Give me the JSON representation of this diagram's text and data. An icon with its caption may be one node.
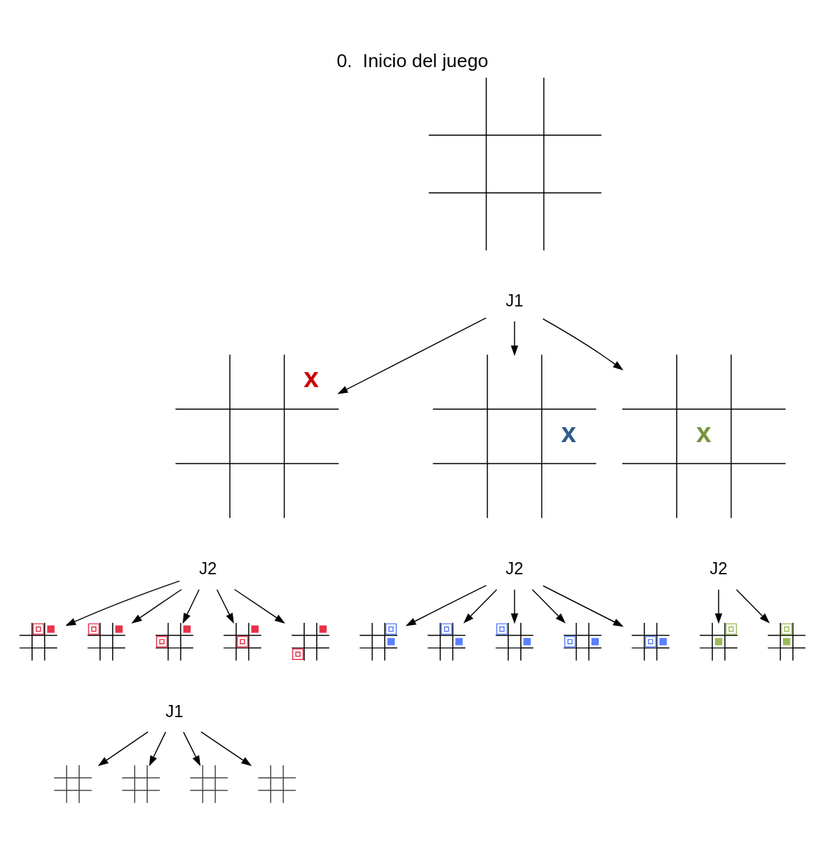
{
  "diagram": {
    "title": "0.  Inicio del juego",
    "nodes": [
      {
        "text": [],
        "shape": "picture"
      },
      {
        "text": [
          "J1"
        ]
      },
      {
        "text": [
          "x"
        ]
      },
      {
        "text": [
          "x"
        ]
      },
      {
        "text": [
          "x"
        ]
      },
      {
        "text": [
          "J2"
        ]
      },
      {
        "text": [
          "J2"
        ]
      },
      {
        "text": [
          "J2"
        ]
      },
      {
        "text": [],
        "shape": "picture"
      },
      {
        "text": [],
        "shape": "picture"
      },
      {
        "text": [],
        "shape": "picture"
      },
      {
        "text": [],
        "shape": "picture"
      },
      {
        "text": [],
        "shape": "picture"
      },
      {
        "text": [],
        "shape": "picture"
      },
      {
        "text": [],
        "shape": "picture"
      },
      {
        "text": [],
        "shape": "picture"
      },
      {
        "text": [],
        "shape": "picture"
      },
      {
        "text": [],
        "shape": "picture"
      },
      {
        "text": [],
        "shape": "picture"
      },
      {
        "text": [],
        "shape": "picture"
      },
      {
        "text": [
          "J1"
        ]
      },
      {
        "text": [],
        "shape": "picture"
      },
      {
        "text": [],
        "shape": "picture"
      },
      {
        "text": [],
        "shape": "picture"
      },
      {
        "text": [],
        "shape": "picture"
      }
    ],
    "edges": [
      {
        "from": 1,
        "to": 2,
        "arrow": "to"
      },
      {
        "from": 1,
        "to": 3,
        "arrow": "to"
      },
      {
        "from": 1,
        "to": 4,
        "arrow": "to"
      },
      {
        "from": 5,
        "to": 8,
        "arrow": "to"
      },
      {
        "from": 5,
        "to": 9,
        "arrow": "to"
      },
      {
        "from": 5,
        "to": 10,
        "arrow": "to"
      },
      {
        "from": 5,
        "to": 11,
        "arrow": "to"
      },
      {
        "from": 5,
        "to": 12,
        "arrow": "to"
      },
      {
        "from": 6,
        "to": 13,
        "arrow": "to"
      },
      {
        "from": 6,
        "to": 14,
        "arrow": "to"
      },
      {
        "from": 6,
        "to": 15,
        "arrow": "to"
      },
      {
        "from": 6,
        "to": 16,
        "arrow": "to"
      },
      {
        "from": 6,
        "to": 17,
        "arrow": "to"
      },
      {
        "from": 7,
        "to": 18,
        "arrow": "to"
      },
      {
        "from": 7,
        "to": 19,
        "arrow": "to"
      },
      {
        "from": 20,
        "to": 21,
        "arrow": "to"
      },
      {
        "from": 20,
        "to": 22,
        "arrow": "to"
      },
      {
        "from": 20,
        "to": 23,
        "arrow": "to"
      },
      {
        "from": 20,
        "to": 24,
        "arrow": "to"
      }
    ]
  }
}
